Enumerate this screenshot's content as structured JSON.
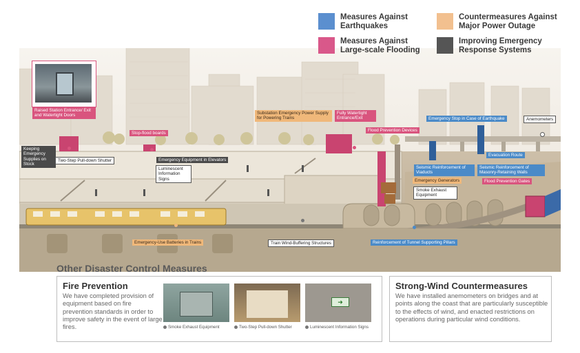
{
  "legend": [
    {
      "label": "Measures Against Earthquakes",
      "color": "#5b8fcf"
    },
    {
      "label": "Countermeasures Against Major Power Outage",
      "color": "#f2c08f"
    },
    {
      "label": "Measures Against Large-scale Flooding",
      "color": "#d9588a"
    },
    {
      "label": "Improving Emergency Response Systems",
      "color": "#555555"
    }
  ],
  "labels": {
    "raised_entrance": "Raised Station Entrance/ Exit and Watertight Doors",
    "stop_flood_boards": "Stop-flood boards",
    "keeping_supplies": "Keeping Emergency Supplies on Stock",
    "two_step_shutter": "Two-Step Pull-down Shutter",
    "emergency_elevators": "Emergency Equipment in Elevators",
    "luminescent_signs": "Luminescent Information Signs",
    "substation_power": "Substation Emergency Power Supply for Powering Trains",
    "watertight_entrance": "Fully Watertight Entrance/Exit",
    "flood_prevention_devices": "Flood Prevention Devices",
    "emergency_stop_eq": "Emergency Stop in Case of Earthquake",
    "anemometers": "Anemometers",
    "evacuation_route": "Evacuation Route",
    "seismic_viaducts": "Seismic Reinforcement of Viaducts",
    "seismic_walls": "Seismic Reinforcement of Masonry-Retaining Walls",
    "emergency_generators": "Emergency Generators",
    "smoke_exhaust": "Smoke Exhaust Equipment",
    "flood_prevention_gates": "Flood Prevention Gates",
    "emergency_batteries": "Emergency-Use Batteries in Trains",
    "wind_buffering": "Train Wind-Buffering Structures",
    "tunnel_pillars": "Reinforcement of Tunnel Supporting Pillars"
  },
  "other": {
    "title": "Other Disaster Control Measures",
    "fire": {
      "title": "Fire Prevention",
      "text": "We have completed provision of equipment based on fire prevention standards in order to improve safety in the event of large fires.",
      "photos": [
        "Smoke Exhaust Equipment",
        "Two-Step Pull-down Shutter",
        "Luminescent Information Signs"
      ]
    },
    "wind": {
      "title": "Strong-Wind Countermeasures",
      "text": "We have installed anemometers on bridges and at points along the coast that are particularly susceptible to the effects of wind, and enacted restrictions on operations during particular wind conditions."
    }
  }
}
